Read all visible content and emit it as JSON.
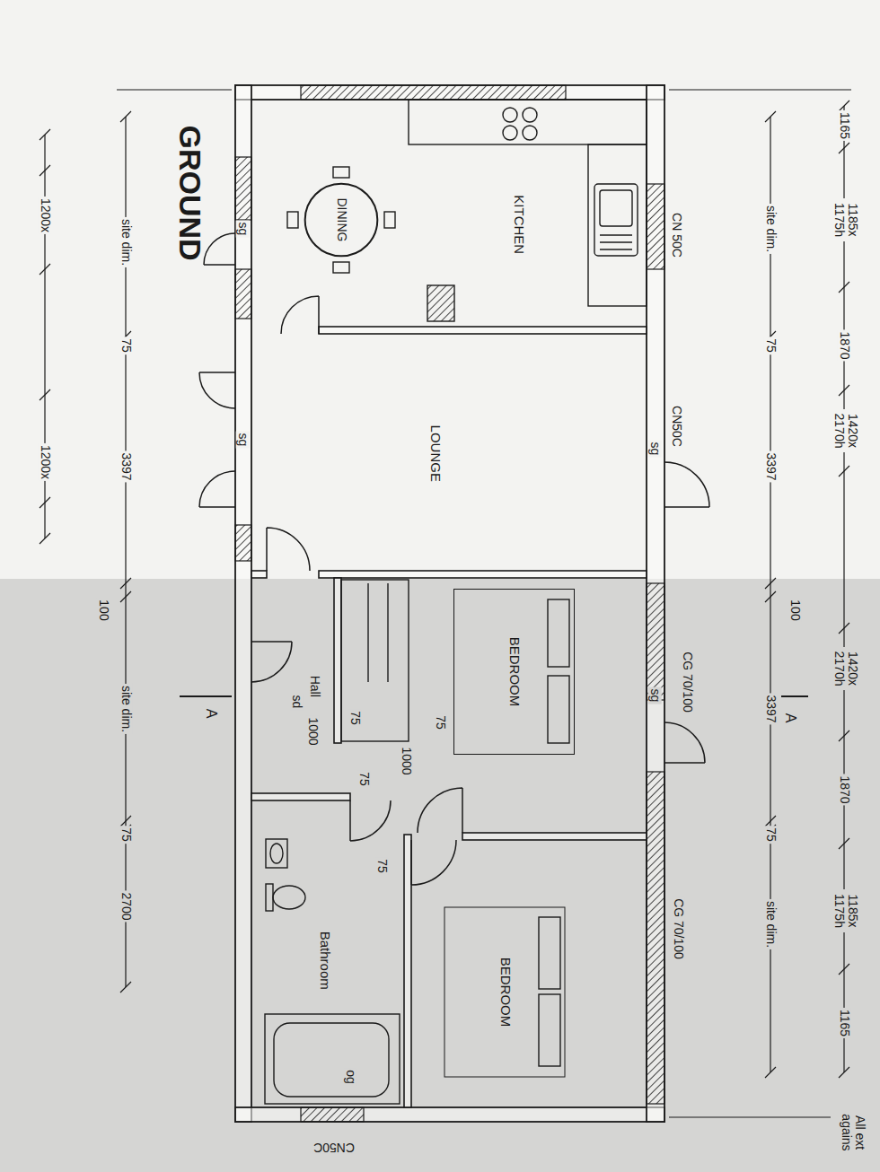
{
  "diagram": {
    "title": "GROUND",
    "nodes": [
      {
        "text": [
          "KITCHEN"
        ]
      },
      {
        "text": [
          "DINING"
        ]
      },
      {
        "text": [
          "LOUNGE"
        ]
      },
      {
        "text": [
          "Hall"
        ]
      },
      {
        "text": [
          "BEDROOM"
        ]
      },
      {
        "text": [
          "Bathroom"
        ]
      },
      {
        "text": [
          "BEDROOM"
        ]
      }
    ],
    "labels": [
      "1165",
      "1185x 1175h",
      "1870",
      "1420x 2170h",
      "site dim.",
      "75",
      "3397",
      "100",
      "3397",
      "75",
      "site dim.",
      "1420x 2170h",
      "1870",
      "1185x 1175h",
      "1165",
      "All ext agains",
      "CN 50C",
      "CN50C",
      "sg",
      "CG 70/100",
      "sg",
      "A",
      "CG 70/100",
      "CN50C",
      "sg",
      "site dim.",
      "75",
      "3397",
      "sg",
      "100",
      "site dim.",
      "A",
      "75",
      "2700",
      "1200x",
      "1200x",
      "sd",
      "1000",
      "75",
      "75",
      "1000",
      "75",
      "75",
      "og"
    ]
  }
}
